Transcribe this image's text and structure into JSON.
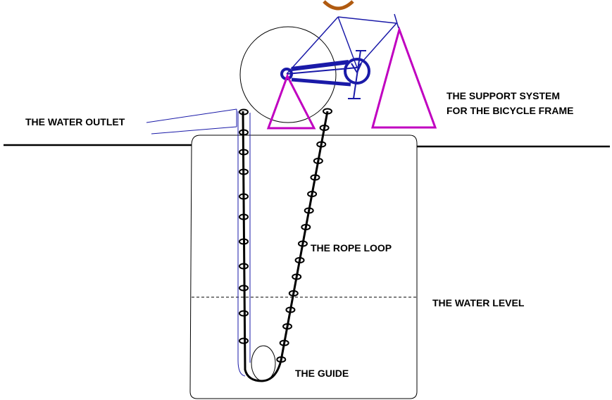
{
  "labels": {
    "water_outlet": "THE WATER OUTLET",
    "support_line1": "THE SUPPORT SYSTEM",
    "support_line2": "FOR THE BICYCLE FRAME",
    "rope_loop": "THE ROPE LOOP",
    "water_level": "THE WATER LEVEL",
    "guide": "THE GUIDE"
  },
  "colors": {
    "frame": "#1a1aa8",
    "support": "#c000c0",
    "saddle": "#b05a10",
    "ink": "#000000"
  }
}
